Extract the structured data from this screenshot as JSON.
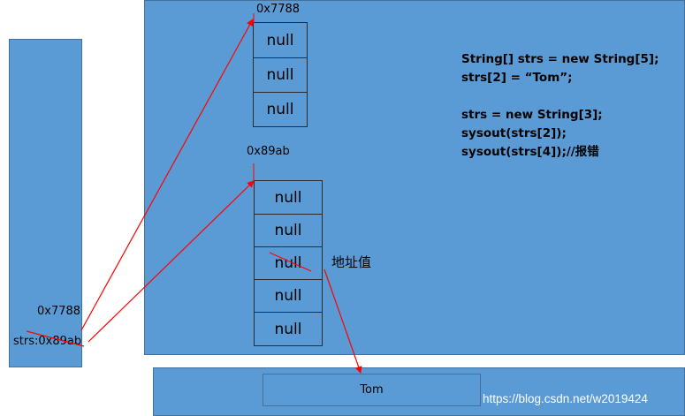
{
  "stack": {
    "addr_text": "0x7788",
    "var_text": "strs:0x89ab"
  },
  "heap": {
    "array1": {
      "addr": "0x7788",
      "cells": [
        "null",
        "null",
        "null"
      ]
    },
    "array2": {
      "addr": "0x89ab",
      "cells": [
        "null",
        "null",
        "null",
        "null",
        "null"
      ]
    },
    "note": "地址值"
  },
  "code": {
    "lines": [
      "String[] strs = new String[5];",
      "strs[2] = “Tom”;",
      "",
      "strs = new String[3];",
      "sysout(strs[2]);",
      "sysout(strs[4]);//报错"
    ]
  },
  "string_pool": {
    "value": "Tom"
  },
  "watermark": "https://blog.csdn.net/w2019424",
  "colors": {
    "panel": "#5b9bd5",
    "arrow": "#ff0000"
  }
}
